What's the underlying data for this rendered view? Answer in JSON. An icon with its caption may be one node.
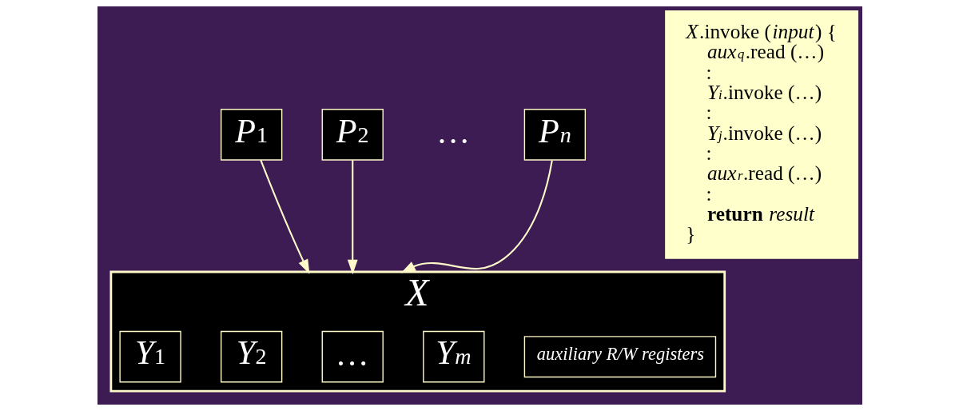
{
  "diagram": {
    "nodes": [
      {
        "text": [
          "*P*$_{1}$"
        ]
      },
      {
        "text": [
          "*P*$_{2}$"
        ]
      },
      {
        "text": [
          "*P$_{n}$*"
        ]
      },
      {
        "text": [
          "*X*"
        ]
      },
      {
        "text": [
          "*Y*$_{1}$"
        ],
        "in": 3
      },
      {
        "text": [
          "*Y*$_{2}$"
        ],
        "in": 3
      },
      {
        "text": [
          "…"
        ],
        "in": 3
      },
      {
        "text": [
          "*Y$_{m}$*"
        ],
        "in": 3
      },
      {
        "text": [
          "*auxiliary R/W registers*"
        ],
        "in": 3
      },
      {
        "text": [
          "*X*.invoke (*input*) {",
          "*aux$_{q}$*.read (…)",
          ":",
          "*Y$_{i}$*.invoke (…)",
          ":",
          "*Y$_{j}$*.invoke (…)",
          ":",
          "*aux$_{r}$*.read (…)",
          ":",
          "**return** *result*",
          "}"
        ]
      }
    ],
    "edges": [
      {
        "from": 0,
        "to": 3,
        "arrow": "to"
      },
      {
        "from": 1,
        "to": 3,
        "arrow": "to"
      },
      {
        "from": 2,
        "to": 3,
        "arrow": "to"
      }
    ],
    "labels": [
      "…"
    ]
  }
}
